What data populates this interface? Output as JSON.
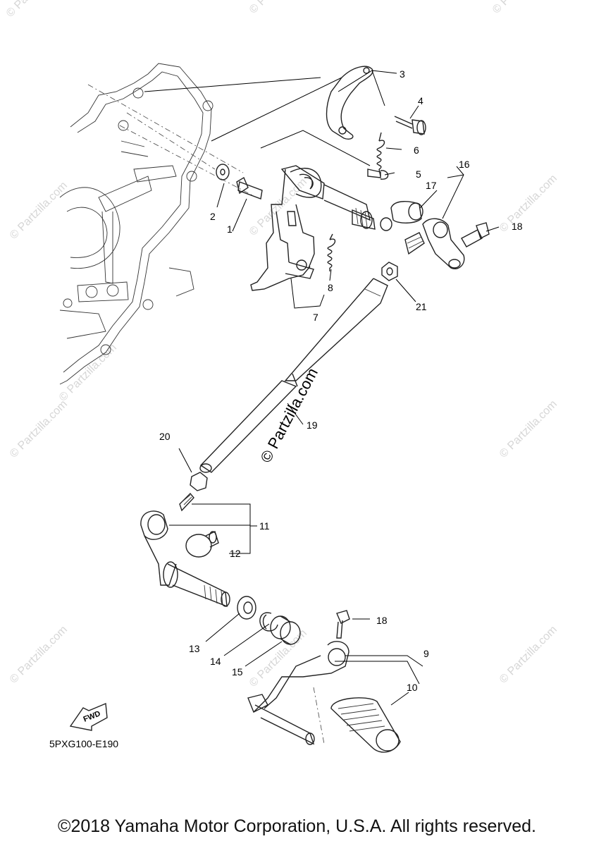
{
  "diagram_code": "5PXG100-E190",
  "fwd_label": "FWD",
  "watermark_center": "© Partzilla.com",
  "watermark_small": "© Partzilla.com",
  "copyright": "©2018 Yamaha Motor Corporation, U.S.A. All rights reserved.",
  "callouts": [
    "1",
    "2",
    "3",
    "4",
    "5",
    "6",
    "7",
    "8",
    "9",
    "10",
    "11",
    "12",
    "13",
    "14",
    "15",
    "16",
    "17",
    "18",
    "18",
    "19",
    "20",
    "21"
  ]
}
